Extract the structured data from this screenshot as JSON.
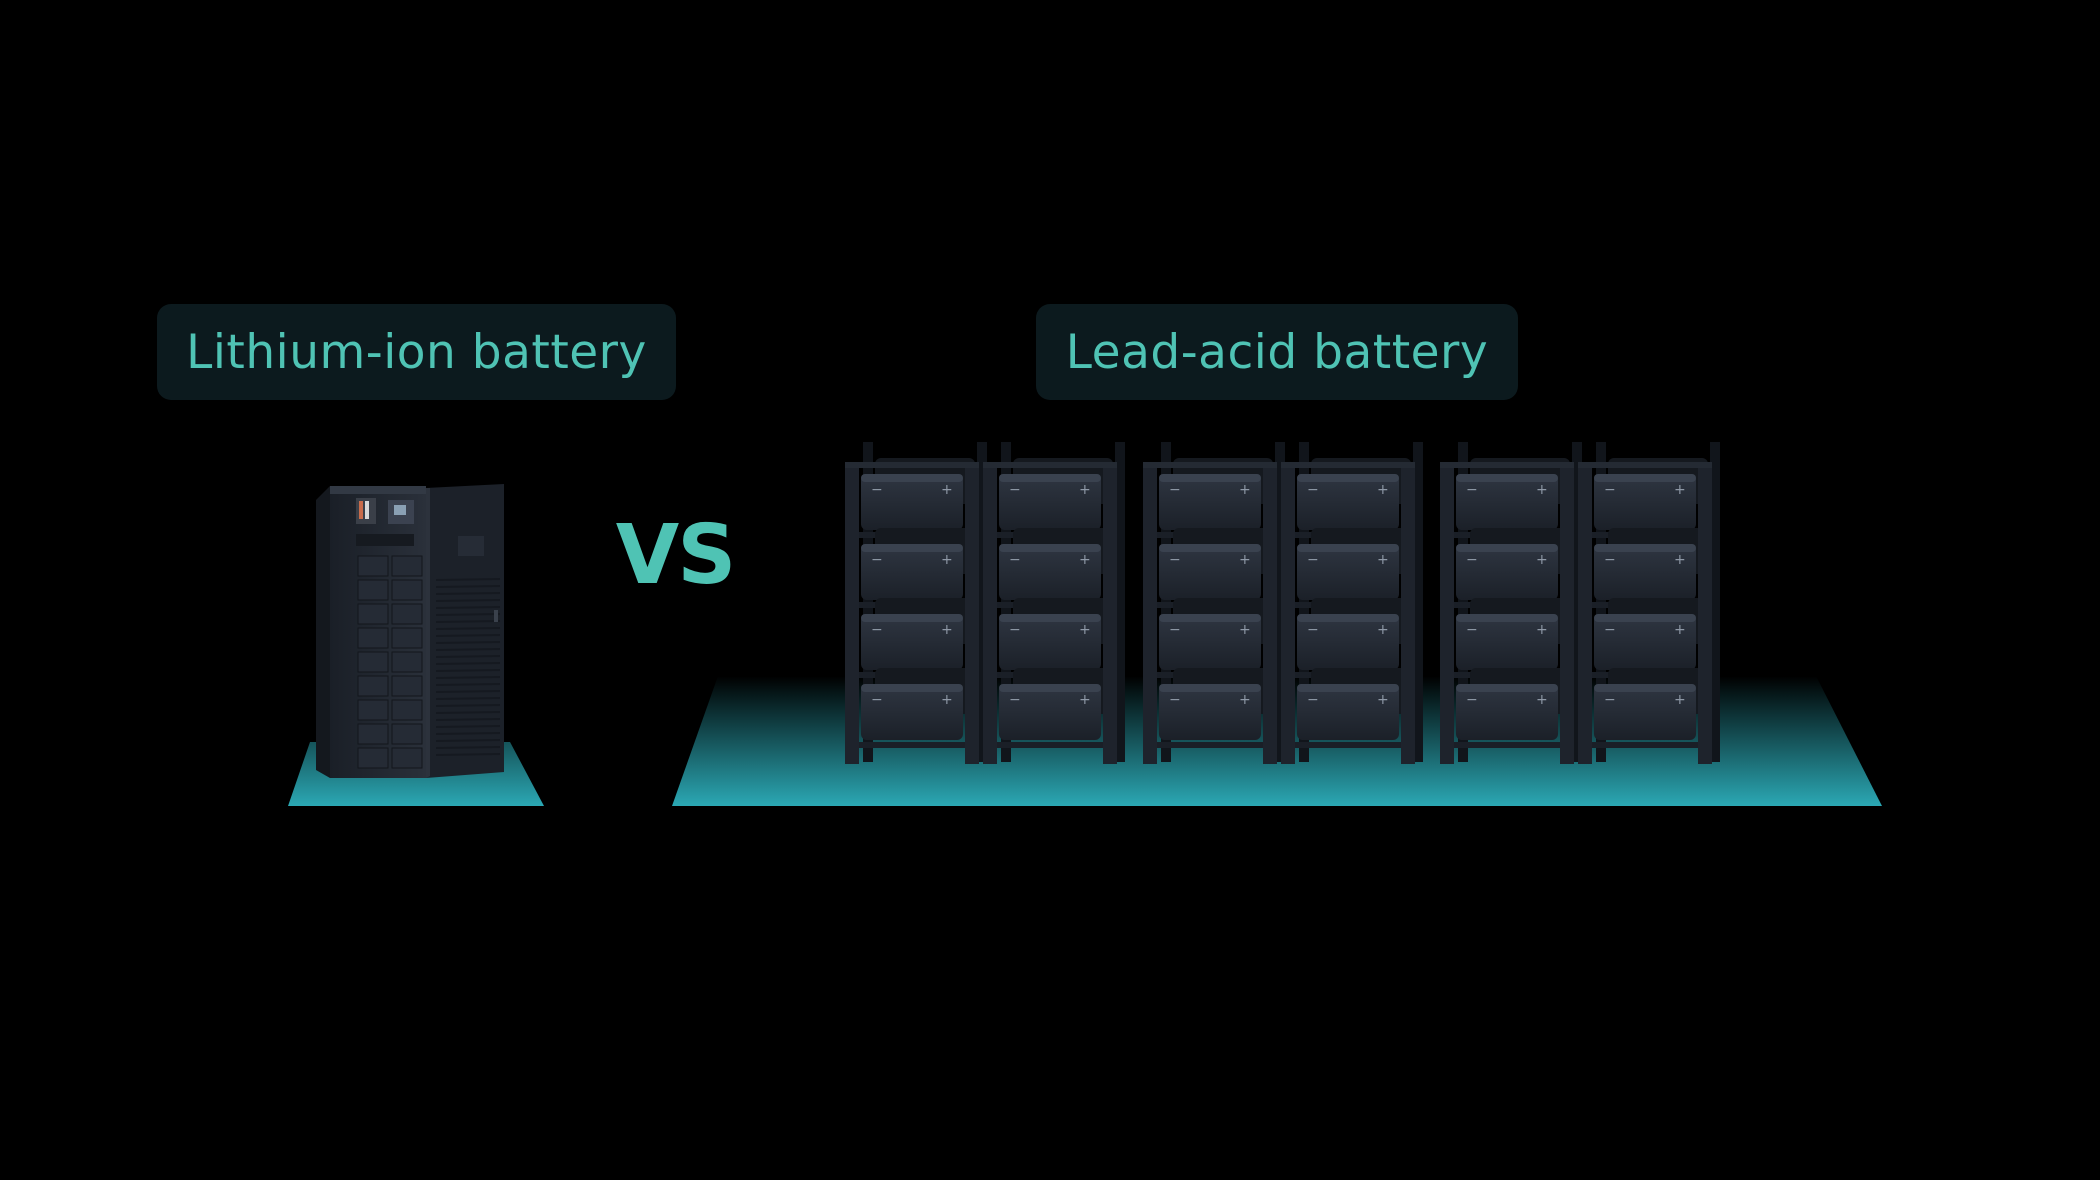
{
  "labels": {
    "lithium": "Lithium-ion battery",
    "lead_acid": "Lead-acid battery"
  },
  "versus": "VS",
  "colors": {
    "accent": "#4fc3b4",
    "platform": "#2ba8b4",
    "label_bg": "#0c1a1e",
    "background": "#000000"
  },
  "icons": [
    "lithium-ion-cabinet-icon",
    "lead-acid-battery-rack-icon"
  ],
  "battery_terminals": {
    "negative": "−",
    "positive": "+"
  }
}
